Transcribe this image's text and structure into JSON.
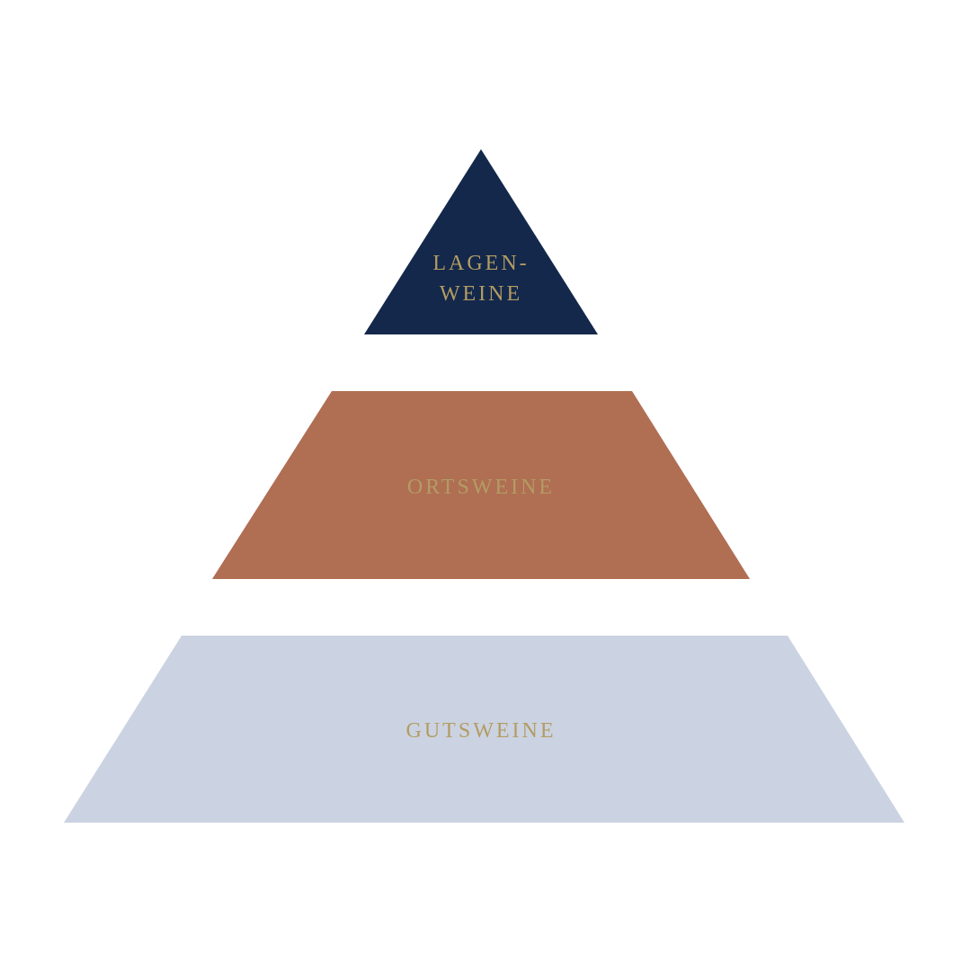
{
  "pyramid": {
    "tiers": [
      {
        "label_line1": "LAGEN-",
        "label_line2": "WEINE",
        "color": "#13284b"
      },
      {
        "label": "ORTSWEINE",
        "color": "#b06e53"
      },
      {
        "label": "GUTSWEINE",
        "color": "#cbd3e2"
      }
    ],
    "text_color": "#b39c63"
  }
}
